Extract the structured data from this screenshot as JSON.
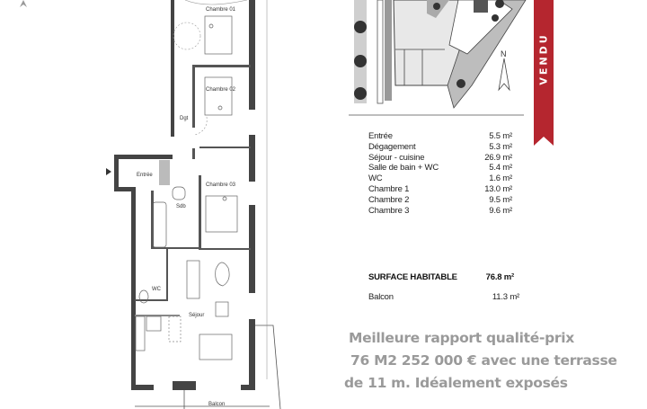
{
  "floor_plan": {
    "rooms": [
      {
        "label": "Chambre 01"
      },
      {
        "label": "Chambre 02"
      },
      {
        "label": "Dgt"
      },
      {
        "label": "Entrée"
      },
      {
        "label": "Chambre 03"
      },
      {
        "label": "Sdb"
      },
      {
        "label": "WC"
      },
      {
        "label": "Séjour"
      },
      {
        "label": "Balcon"
      }
    ]
  },
  "site_plan": {
    "north_label": "N"
  },
  "areas": [
    {
      "room": "Entrée",
      "value": "5.5 m²"
    },
    {
      "room": "Dégagement",
      "value": "5.3 m²"
    },
    {
      "room": "Séjour - cuisine",
      "value": "26.9 m²"
    },
    {
      "room": "Salle de bain + WC",
      "value": "5.4 m²"
    },
    {
      "room": "WC",
      "value": "1.6 m²"
    },
    {
      "room": "Chambre 1",
      "value": "13.0 m²"
    },
    {
      "room": "Chambre 2",
      "value": "9.5 m²"
    },
    {
      "room": "Chambre 3",
      "value": "9.6 m²"
    }
  ],
  "surface": {
    "label": "SURFACE HABITABLE",
    "value": "76.8 m²"
  },
  "balcon": {
    "label": "Balcon",
    "value": "11.3 m²"
  },
  "promo": {
    "line1": "Meilleure rapport qualité-prix",
    "line2": "76 M2  252 000 € avec une terrasse",
    "line3": "de 11 m. Idéalement exposés"
  },
  "ribbon": {
    "label": "VENDU",
    "color": "#b5262f"
  }
}
